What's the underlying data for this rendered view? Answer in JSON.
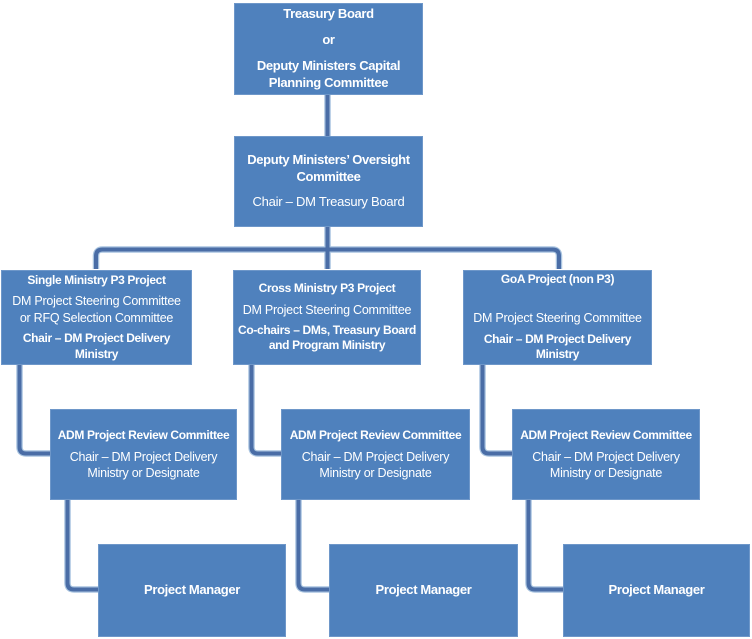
{
  "diagram": {
    "type": "org-chart",
    "colors": {
      "box_fill": "#4f81bd",
      "box_text": "#ffffff",
      "connector": "#4a6da6",
      "connector_halo": "#a9c4e0",
      "background": "#ffffff"
    },
    "boxes": [
      {
        "key": "treasury",
        "name": "treasury-board-box",
        "paragraphs": [
          {
            "bold": true,
            "lines": [
              "Treasury Board"
            ]
          },
          {
            "bold": true,
            "lines": [
              "or"
            ]
          },
          {
            "bold": true,
            "lines": [
              "Deputy Ministers Capital",
              "Planning Committee"
            ]
          }
        ]
      },
      {
        "key": "oversight",
        "name": "dm-oversight-committee-box",
        "paragraphs": [
          {
            "bold": true,
            "lines": [
              "Deputy Ministers’ Oversight",
              "Committee"
            ]
          },
          {
            "bold": false,
            "lines": [
              "Chair – DM Treasury Board"
            ]
          }
        ]
      },
      {
        "key": "single",
        "name": "single-ministry-p3-box",
        "paragraphs": [
          {
            "bold": true,
            "lines": [
              "Single Ministry P3 Project"
            ]
          },
          {
            "bold": false,
            "lines": [
              "DM Project Steering Committee",
              "or RFQ Selection Committee"
            ]
          },
          {
            "bold": true,
            "lines": [
              "Chair – DM Project Delivery",
              "Ministry"
            ]
          }
        ]
      },
      {
        "key": "cross",
        "name": "cross-ministry-p3-box",
        "paragraphs": [
          {
            "bold": true,
            "lines": [
              "Cross Ministry P3 Project"
            ]
          },
          {
            "bold": false,
            "lines": [
              "DM Project Steering Committee"
            ]
          },
          {
            "bold": true,
            "lines": [
              "Co-chairs – DMs, Treasury Board",
              "and Program Ministry"
            ]
          }
        ]
      },
      {
        "key": "goa",
        "name": "goa-project-box",
        "paragraphs": [
          {
            "bold": true,
            "lines": [
              "GoA Project (non P3)"
            ]
          },
          {
            "bold": false,
            "lines": [
              "DM Project Steering Committee"
            ]
          },
          {
            "bold": true,
            "lines": [
              "Chair – DM Project Delivery",
              "Ministry"
            ]
          }
        ]
      },
      {
        "key": "adm1",
        "name": "adm-review-committee-box-1",
        "paragraphs": [
          {
            "bold": true,
            "lines": [
              "ADM Project Review Committee"
            ]
          },
          {
            "bold": false,
            "lines": [
              "Chair – DM Project Delivery",
              "Ministry or Designate"
            ]
          }
        ]
      },
      {
        "key": "adm2",
        "name": "adm-review-committee-box-2",
        "paragraphs": [
          {
            "bold": true,
            "lines": [
              "ADM Project Review Committee"
            ]
          },
          {
            "bold": false,
            "lines": [
              "Chair – DM Project Delivery",
              "Ministry or Designate"
            ]
          }
        ]
      },
      {
        "key": "adm3",
        "name": "adm-review-committee-box-3",
        "paragraphs": [
          {
            "bold": true,
            "lines": [
              "ADM Project Review Committee"
            ]
          },
          {
            "bold": false,
            "lines": [
              "Chair – DM Project Delivery",
              "Ministry or Designate"
            ]
          }
        ]
      },
      {
        "key": "pm1",
        "name": "project-manager-box-1",
        "paragraphs": [
          {
            "bold": true,
            "lines": [
              "Project Manager"
            ]
          }
        ]
      },
      {
        "key": "pm2",
        "name": "project-manager-box-2",
        "paragraphs": [
          {
            "bold": true,
            "lines": [
              "Project Manager"
            ]
          }
        ]
      },
      {
        "key": "pm3",
        "name": "project-manager-box-3",
        "paragraphs": [
          {
            "bold": true,
            "lines": [
              "Project Manager"
            ]
          }
        ]
      }
    ],
    "connections": [
      {
        "from": "treasury",
        "to": "oversight"
      },
      {
        "from": "oversight",
        "to": "single"
      },
      {
        "from": "oversight",
        "to": "cross"
      },
      {
        "from": "oversight",
        "to": "goa"
      },
      {
        "from": "single",
        "to": "adm1"
      },
      {
        "from": "cross",
        "to": "adm2"
      },
      {
        "from": "goa",
        "to": "adm3"
      },
      {
        "from": "adm1",
        "to": "pm1"
      },
      {
        "from": "adm2",
        "to": "pm2"
      },
      {
        "from": "adm3",
        "to": "pm3"
      }
    ]
  }
}
